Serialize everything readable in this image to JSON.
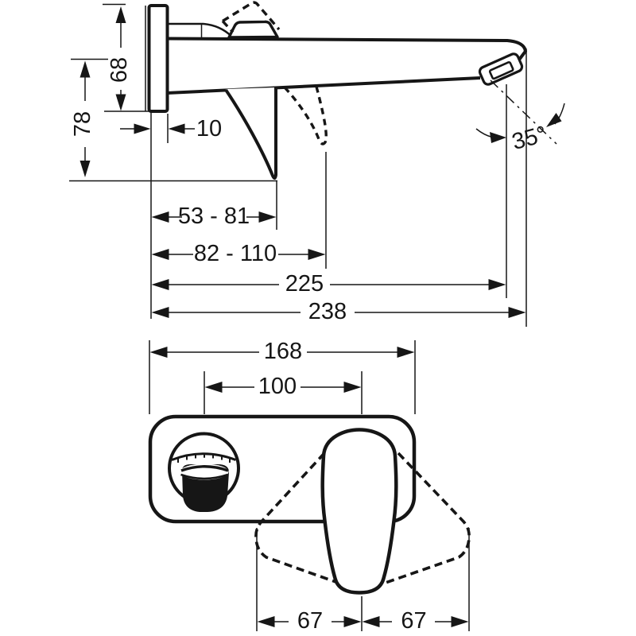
{
  "page": {
    "background": "#ffffff",
    "ink_color": "#161616"
  },
  "side_view": {
    "labels": {
      "plate_height": "68",
      "height_to_base": "78",
      "plate_depth": "10",
      "spout_base_range": "53 - 81",
      "handle_tip_range": "82 - 110",
      "aerator_projection": "225",
      "total_projection": "238",
      "spray_angle": "35°"
    }
  },
  "front_view": {
    "labels": {
      "plate_width": "168",
      "spout_to_handle": "100",
      "handle_swing_left": "67",
      "handle_swing_right": "67"
    }
  }
}
